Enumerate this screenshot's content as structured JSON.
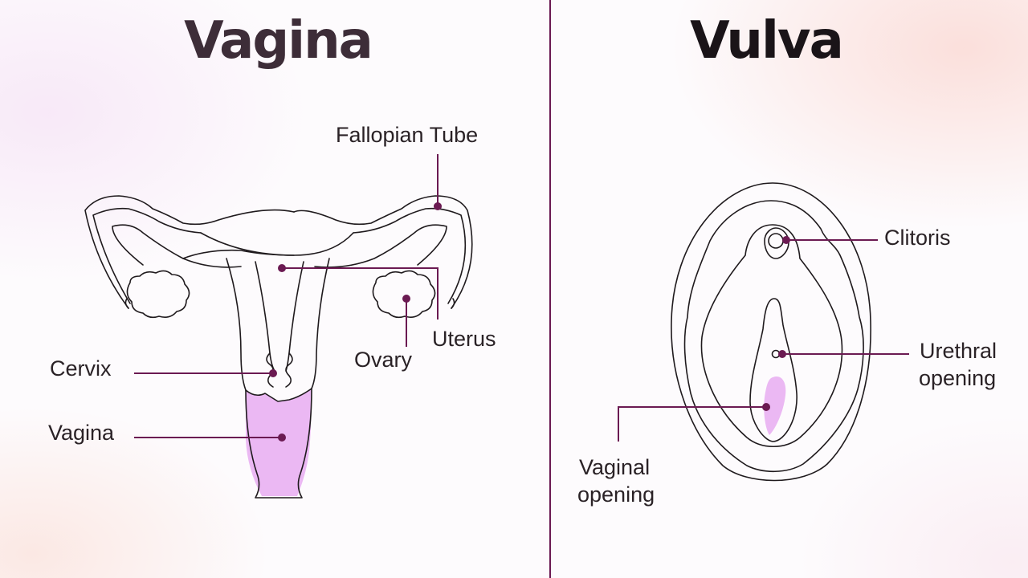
{
  "panels": {
    "left": {
      "title": "Vagina",
      "labels": {
        "fallopian_tube": "Fallopian Tube",
        "uterus": "Uterus",
        "ovary": "Ovary",
        "cervix": "Cervix",
        "vagina": "Vagina"
      }
    },
    "right": {
      "title": "Vulva",
      "labels": {
        "clitoris": "Clitoris",
        "urethral_opening": [
          "Urethral",
          "opening"
        ],
        "vaginal_opening": [
          "Vaginal",
          "opening"
        ]
      }
    }
  },
  "colors": {
    "accent": "#6b1a52",
    "highlight_fill": "#ebb8f3",
    "outline": "#1f1a1d",
    "title_left": "#3d2d38",
    "title_right": "#1a1418"
  }
}
